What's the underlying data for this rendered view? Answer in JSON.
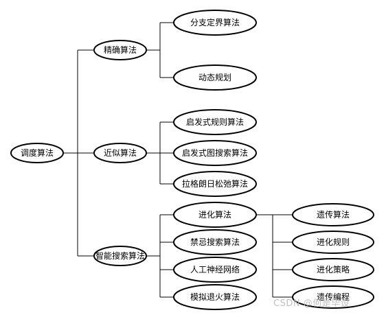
{
  "tree": {
    "root": "调度算法",
    "categories": [
      {
        "label": "精确算法",
        "children": [
          {
            "label": "分支定界算法"
          },
          {
            "label": "动态规划"
          }
        ]
      },
      {
        "label": "近似算法",
        "children": [
          {
            "label": "启发式规则算法"
          },
          {
            "label": "启发式图搜索算法"
          },
          {
            "label": "拉格朗日松弛算法"
          }
        ]
      },
      {
        "label": "智能搜索算法",
        "children": [
          {
            "label": "进化算法",
            "children": [
              {
                "label": "遗传算法"
              },
              {
                "label": "进化规则"
              },
              {
                "label": "进化策略"
              },
              {
                "label": "遗传编程"
              }
            ]
          },
          {
            "label": "禁忌搜索算法"
          },
          {
            "label": "人工神经网络"
          },
          {
            "label": "模拟退火算法"
          }
        ]
      }
    ]
  },
  "watermark": "CSDN @何是毕设",
  "colors": {
    "stroke": "#000000",
    "fill": "#ffffff",
    "text": "#000000",
    "watermark": "#b9b9b9"
  }
}
